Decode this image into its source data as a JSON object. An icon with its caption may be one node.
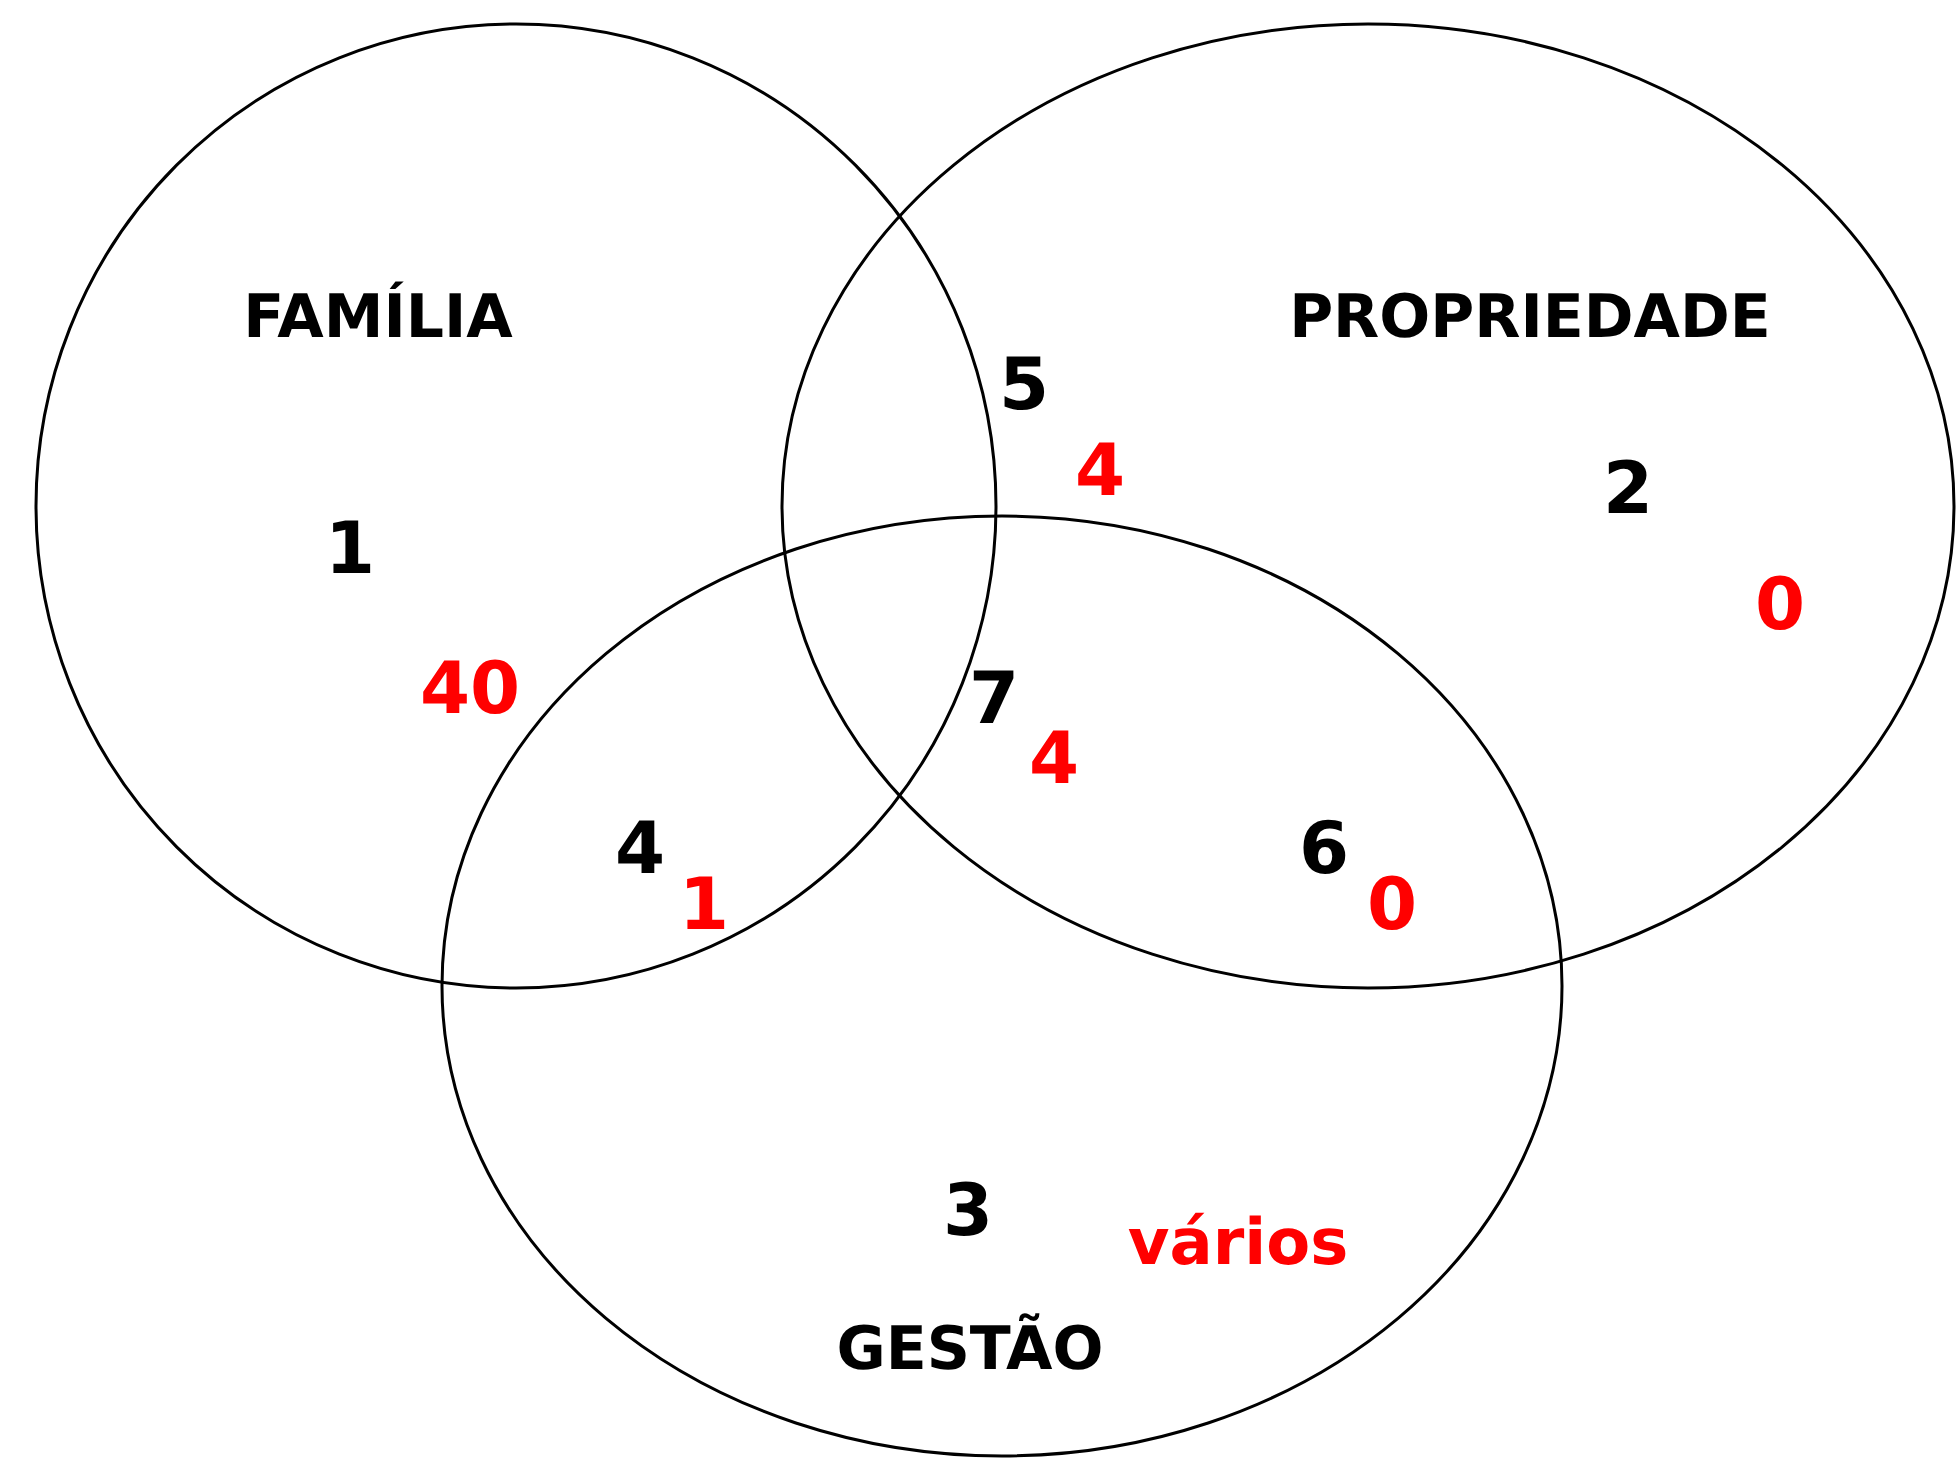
{
  "diagram": {
    "nodes": [
      {
        "text": [
          "FAMÍLIA"
        ]
      },
      {
        "text": [
          "PROPRIEDADE"
        ]
      },
      {
        "text": [
          "GESTÃO"
        ]
      }
    ],
    "labels": [
      "1",
      "40",
      "5",
      "4",
      "2",
      "0",
      "7",
      "4",
      "4",
      "1",
      "6",
      "0",
      "3",
      "vários"
    ]
  }
}
